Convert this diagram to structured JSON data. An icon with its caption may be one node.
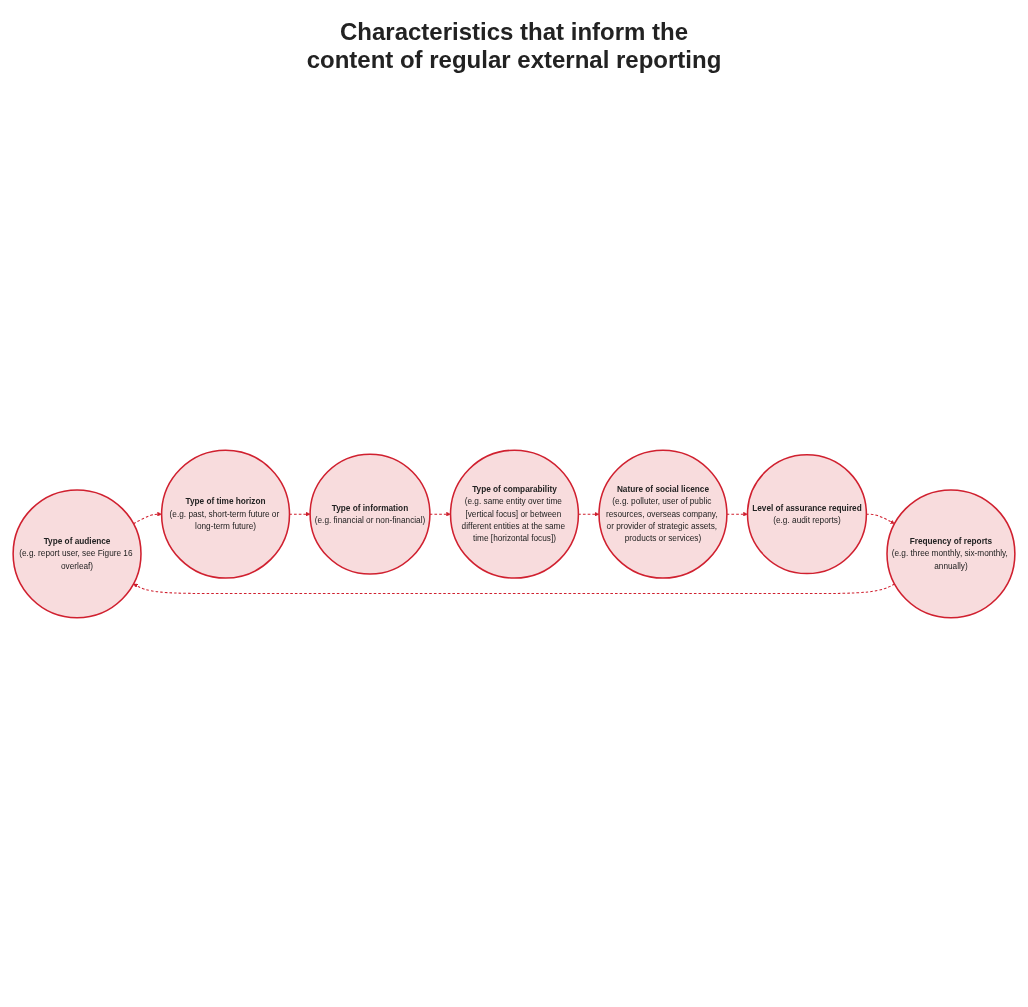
{
  "diagram": {
    "title": "Characteristics that inform the content of regular external reporting",
    "nodes": [
      {
        "text": [
          "Type of audience",
          "(e.g. report user, see Figure 16 overleaf)"
        ]
      },
      {
        "text": [
          "Type of time horizon",
          "(e.g. past, short-term future or long-term future)"
        ]
      },
      {
        "text": [
          "Type of information",
          "(e.g. financial or non-financial)"
        ]
      },
      {
        "text": [
          "Type of comparability",
          "(e.g. same entity over time [vertical focus] or between different entities at the same time [horizontal focus])"
        ]
      },
      {
        "text": [
          "Nature of social licence",
          "(e.g. polluter, user of public resources, overseas company, or provider of strategic assets, products or services)"
        ]
      },
      {
        "text": [
          "Level of assurance required",
          "(e.g. audit reports)"
        ]
      },
      {
        "text": [
          "Frequency of reports",
          "(e.g. three monthly, six-monthly, annually)"
        ]
      }
    ],
    "edges": [
      {
        "from": 0,
        "to": 1,
        "arrow": "to",
        "style": "dashed"
      },
      {
        "from": 1,
        "to": 2,
        "arrow": "to",
        "style": "dashed"
      },
      {
        "from": 2,
        "to": 3,
        "arrow": "to",
        "style": "dashed"
      },
      {
        "from": 3,
        "to": 4,
        "arrow": "to",
        "style": "dashed"
      },
      {
        "from": 4,
        "to": 5,
        "arrow": "to",
        "style": "dashed"
      },
      {
        "from": 5,
        "to": 6,
        "arrow": "to",
        "style": "dashed"
      },
      {
        "from": 6,
        "to": 0,
        "arrow": "to",
        "style": "dashed"
      }
    ]
  }
}
